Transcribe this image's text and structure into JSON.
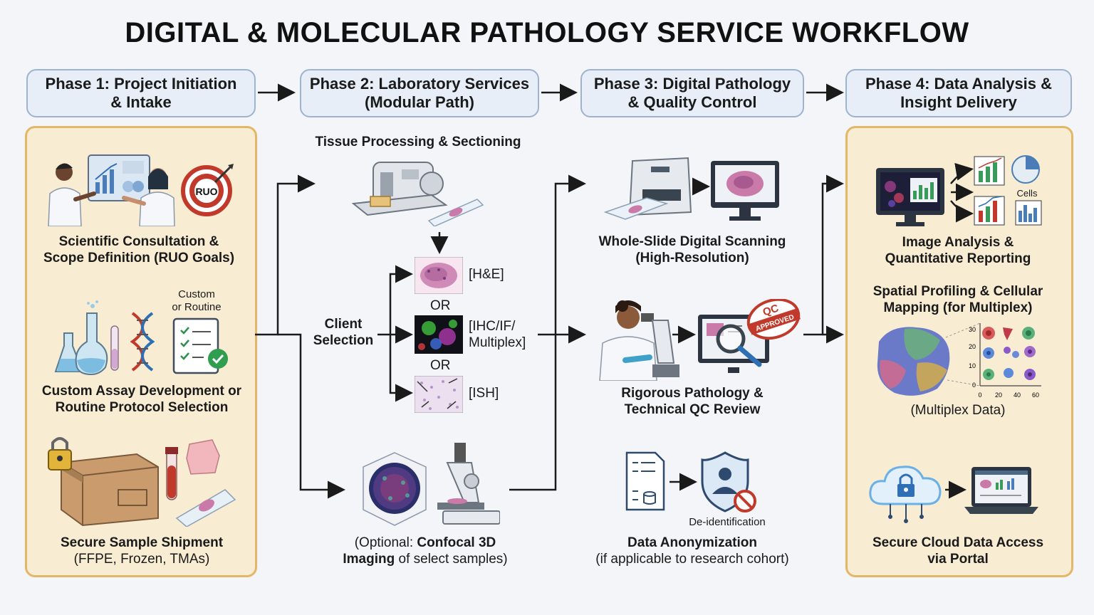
{
  "title": "DIGITAL & MOLECULAR PATHOLOGY SERVICE WORKFLOW",
  "colors": {
    "phase_bg": "#e7eef8",
    "phase_border": "#9eb3cf",
    "panel_bg": "#f8ecd3",
    "panel_border": "#e4b668",
    "qc_red": "#c0392b",
    "accent_blue": "#2e6fb5"
  },
  "phases": [
    {
      "line1": "Phase 1: Project Initiation",
      "line2": "& Intake"
    },
    {
      "line1": "Phase 2: Laboratory Services",
      "line2": "(Modular Path)"
    },
    {
      "line1": "Phase 3: Digital Pathology",
      "line2": "& Quality Control"
    },
    {
      "line1": "Phase 4: Data Analysis &",
      "line2": "Insight Delivery"
    }
  ],
  "phase1": {
    "consult": {
      "line1": "Scientific Consultation &",
      "line2": "Scope Definition (RUO Goals)",
      "badge": "RUO"
    },
    "assay": {
      "note1": "Custom",
      "note2": "or Routine",
      "line1": "Custom Assay Development or",
      "line2": "Routine Protocol Selection"
    },
    "shipment": {
      "line1": "Secure Sample Shipment",
      "line2": "(FFPE, Frozen, TMAs)"
    }
  },
  "phase2": {
    "tissue_title": "Tissue Processing & Sectioning",
    "client_selection1": "Client",
    "client_selection2": "Selection",
    "or": "OR",
    "stains": {
      "he": "[H&E]",
      "ihc1": "[IHC/IF/",
      "ihc2": "Multiplex]",
      "ish": "[ISH]"
    },
    "confocal": {
      "pre": "(Optional: ",
      "bold1": "Confocal 3D",
      "bold2": "Imaging",
      "post": " of select samples)"
    }
  },
  "phase3": {
    "scan": {
      "line1": "Whole-Slide Digital Scanning",
      "line2": "(High-Resolution)"
    },
    "qc": {
      "line1": "Rigorous Pathology &",
      "line2": "Technical QC Review",
      "stamp1": "QC",
      "stamp2": "APPROVED"
    },
    "anon": {
      "deid": "De-identification",
      "line1": "Data Anonymization",
      "line2": "(if applicable to research cohort)"
    }
  },
  "phase4": {
    "analysis": {
      "cells": "Cells",
      "line1": "Image Analysis &",
      "line2": "Quantitative Reporting"
    },
    "spatial": {
      "line1": "Spatial Profiling & Cellular",
      "line2": "Mapping (for Multiplex)",
      "caption": "(Multiplex Data)",
      "yticks": [
        "30",
        "20",
        "10",
        "0"
      ],
      "xticks": [
        "0",
        "20",
        "40",
        "60"
      ]
    },
    "cloud": {
      "line1": "Secure Cloud Data Access",
      "line2": "via Portal"
    }
  }
}
